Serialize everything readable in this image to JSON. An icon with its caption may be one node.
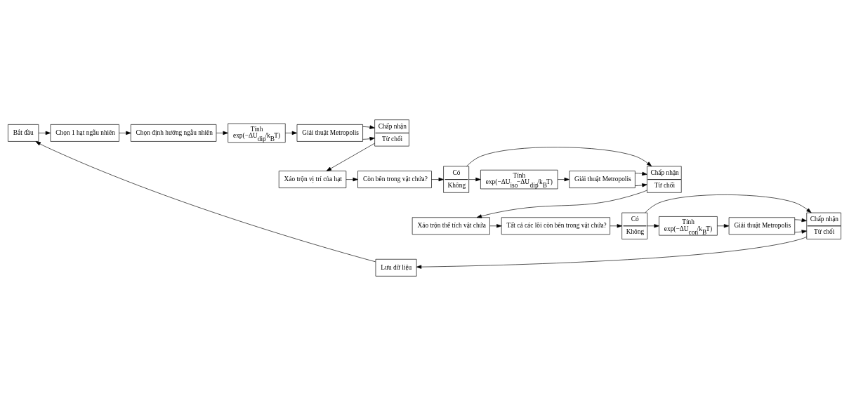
{
  "diagram": {
    "nodes": [
      {
        "text": [
          "Bắt đầu"
        ]
      },
      {
        "text": [
          "Chọn 1 hạt ngẫu nhiên"
        ]
      },
      {
        "text": [
          "Chọn định hướng ngẫu nhiên"
        ]
      },
      {
        "text": [
          "Tính",
          "exp(−ΔU$_{dip}$/k$_{B}$T)"
        ]
      },
      {
        "text": [
          "Giải thuật Metropolis"
        ]
      },
      {
        "text": [
          "Chấp nhận",
          "Từ chối"
        ]
      },
      {
        "text": [
          "Xáo trộn vị trí của hạt"
        ]
      },
      {
        "text": [
          "Còn bên trong vật chứa?"
        ]
      },
      {
        "text": [
          "Có",
          "Không"
        ]
      },
      {
        "text": [
          "Tính",
          "exp(−ΔU$_{iso}$−ΔU$_{dip}$/k$_{B}$T)"
        ]
      },
      {
        "text": [
          "Giải thuật Metropolis"
        ]
      },
      {
        "text": [
          "Chấp nhận",
          "Từ chối"
        ]
      },
      {
        "text": [
          "Xáo trộn thể tích vật chứa"
        ]
      },
      {
        "text": [
          "Tất cả các lõi còn bên trong vật chứa?"
        ]
      },
      {
        "text": [
          "Có",
          "Không"
        ]
      },
      {
        "text": [
          "Tính",
          "exp(−ΔU$_{con}$/k$_{B}$T)"
        ]
      },
      {
        "text": [
          "Giải thuật Metropolis"
        ]
      },
      {
        "text": [
          "Chấp nhận",
          "Từ chối"
        ]
      },
      {
        "text": [
          "Lưu dữ liệu"
        ]
      }
    ],
    "edges": [
      {
        "from": 0,
        "to": 1,
        "arrow": "to"
      },
      {
        "from": 1,
        "to": 2,
        "arrow": "to"
      },
      {
        "from": 2,
        "to": 3,
        "arrow": "to"
      },
      {
        "from": 3,
        "to": 4,
        "arrow": "to"
      },
      {
        "from": 4,
        "to": 5,
        "arrow": "to"
      },
      {
        "from": 4,
        "to": 5,
        "arrow": "to"
      },
      {
        "from": 5,
        "to": 6,
        "arrow": "to"
      },
      {
        "from": 6,
        "to": 7,
        "arrow": "to"
      },
      {
        "from": 7,
        "to": 8,
        "arrow": "to"
      },
      {
        "from": 8,
        "to": 9,
        "arrow": "to"
      },
      {
        "from": 9,
        "to": 10,
        "arrow": "to"
      },
      {
        "from": 10,
        "to": 11,
        "arrow": "to"
      },
      {
        "from": 10,
        "to": 11,
        "arrow": "to"
      },
      {
        "from": 8,
        "to": 11,
        "arrow": "to"
      },
      {
        "from": 11,
        "to": 12,
        "arrow": "to"
      },
      {
        "from": 12,
        "to": 13,
        "arrow": "to"
      },
      {
        "from": 13,
        "to": 14,
        "arrow": "to"
      },
      {
        "from": 14,
        "to": 15,
        "arrow": "to"
      },
      {
        "from": 15,
        "to": 16,
        "arrow": "to"
      },
      {
        "from": 16,
        "to": 17,
        "arrow": "to"
      },
      {
        "from": 16,
        "to": 17,
        "arrow": "to"
      },
      {
        "from": 14,
        "to": 17,
        "arrow": "to"
      },
      {
        "from": 17,
        "to": 18,
        "arrow": "to"
      },
      {
        "from": 18,
        "to": 0,
        "arrow": "to"
      }
    ]
  }
}
